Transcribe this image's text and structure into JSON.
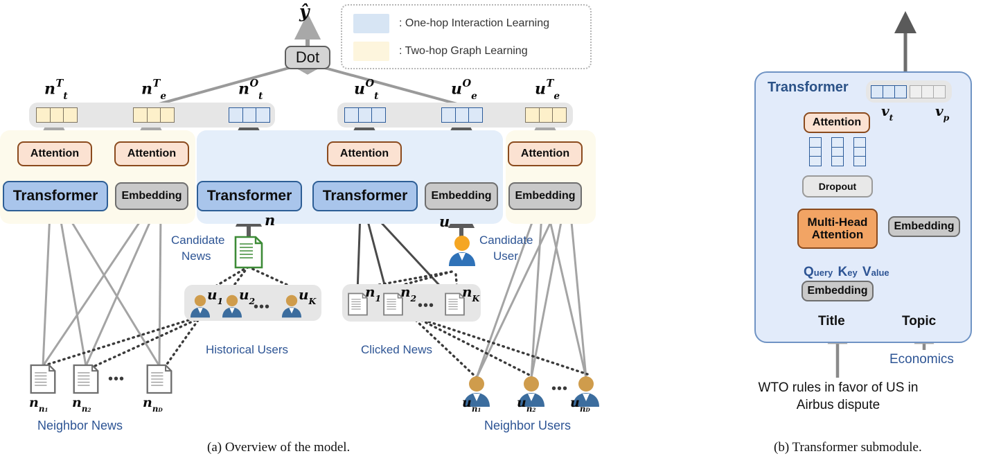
{
  "figure": {
    "caption_a": "(a)  Overview of the model.",
    "caption_b": "(b)  Transformer submodule."
  },
  "legend": {
    "items": [
      {
        "label": ": One-hop Interaction Learning",
        "color": "#d7e5f4"
      },
      {
        "label": ": Two-hop Graph Learning",
        "color": "#fdf5dd"
      }
    ]
  },
  "panel_a": {
    "output_label": "ŷ",
    "dot_label": "Dot",
    "representations": [
      {
        "name": "n_t_T",
        "base": "n",
        "sup": "T",
        "sub": "t",
        "style": "yellow"
      },
      {
        "name": "n_e_T",
        "base": "n",
        "sup": "T",
        "sub": "e",
        "style": "yellow"
      },
      {
        "name": "n_t_O",
        "base": "n",
        "sup": "O",
        "sub": "t",
        "style": "blue"
      },
      {
        "name": "u_t_O",
        "base": "u",
        "sup": "O",
        "sub": "t",
        "style": "blue"
      },
      {
        "name": "u_e_O",
        "base": "u",
        "sup": "O",
        "sub": "e",
        "style": "blue"
      },
      {
        "name": "u_e_T",
        "base": "u",
        "sup": "T",
        "sub": "e",
        "style": "yellow"
      }
    ],
    "encoder_blocks": [
      {
        "attention": "Attention",
        "encoder": "Transformer",
        "type": "transformer"
      },
      {
        "attention": "Attention",
        "encoder": "Embedding",
        "type": "embedding"
      },
      {
        "attention": "",
        "encoder": "Transformer",
        "type": "transformer"
      },
      {
        "attention": "Attention",
        "encoder": "Transformer",
        "type": "transformer"
      },
      {
        "attention": "",
        "encoder": "Embedding",
        "type": "embedding"
      },
      {
        "attention": "Attention",
        "encoder": "Embedding",
        "type": "embedding"
      }
    ],
    "input_n": "n",
    "input_u": "u",
    "candidate_news_label": "Candidate\nNews",
    "candidate_news_line1": "Candidate",
    "candidate_news_line2": "News",
    "candidate_user_line1": "Candidate",
    "candidate_user_line2": "User",
    "historical_users_label": "Historical Users",
    "clicked_news_label": "Clicked News",
    "neighbor_news_label": "Neighbor News",
    "neighbor_users_label": "Neighbor Users",
    "historical_users_items": [
      {
        "base": "u",
        "sub": "1"
      },
      {
        "base": "u",
        "sub": "2"
      },
      {
        "base": "u",
        "sub": "K"
      }
    ],
    "clicked_news_items": [
      {
        "base": "n",
        "sub": "1"
      },
      {
        "base": "n",
        "sub": "2"
      },
      {
        "base": "n",
        "sub": "K"
      }
    ],
    "neighbor_news_items": [
      {
        "base": "n",
        "sub": "n",
        "sub2": "1"
      },
      {
        "base": "n",
        "sub": "n",
        "sub2": "2"
      },
      {
        "base": "n",
        "sub": "n",
        "sub2": "D"
      }
    ],
    "neighbor_users_items": [
      {
        "base": "u",
        "sub": "n",
        "sub2": "1"
      },
      {
        "base": "u",
        "sub": "n",
        "sub2": "2"
      },
      {
        "base": "u",
        "sub": "n",
        "sub2": "D"
      }
    ],
    "ellipsis": "•••"
  },
  "panel_b": {
    "title": "Transformer",
    "attention_label": "Attention",
    "dropout_label": "Dropout",
    "multihead_line1": "Multi-Head",
    "multihead_line2": "Attention",
    "embedding_label": "Embedding",
    "embedding_topic_label": "Embedding",
    "qkv": [
      {
        "big": "Q",
        "rest": "uery"
      },
      {
        "big": "K",
        "rest": "ey"
      },
      {
        "big": "V",
        "rest": "alue"
      }
    ],
    "title_input_label": "Title",
    "topic_input_label": "Topic",
    "topic_value": "Economics",
    "title_text_line1": "WTO rules in favor of US in",
    "title_text_line2": "Airbus dispute",
    "v_t": {
      "base": "v",
      "sub": "t"
    },
    "v_p": {
      "base": "v",
      "sub": "p"
    }
  },
  "colors": {
    "transformer_fill": "#a9c5eb",
    "transformer_border": "#2d5e95",
    "attention_fill": "#fbe2d2",
    "attention_border": "#8a4a1d",
    "embedding_fill": "#c9c9c9",
    "mha_fill": "#f2a464",
    "region_blue": "#e4eefa",
    "region_yellow": "#fdfaec",
    "blue_text": "#2d5494"
  }
}
